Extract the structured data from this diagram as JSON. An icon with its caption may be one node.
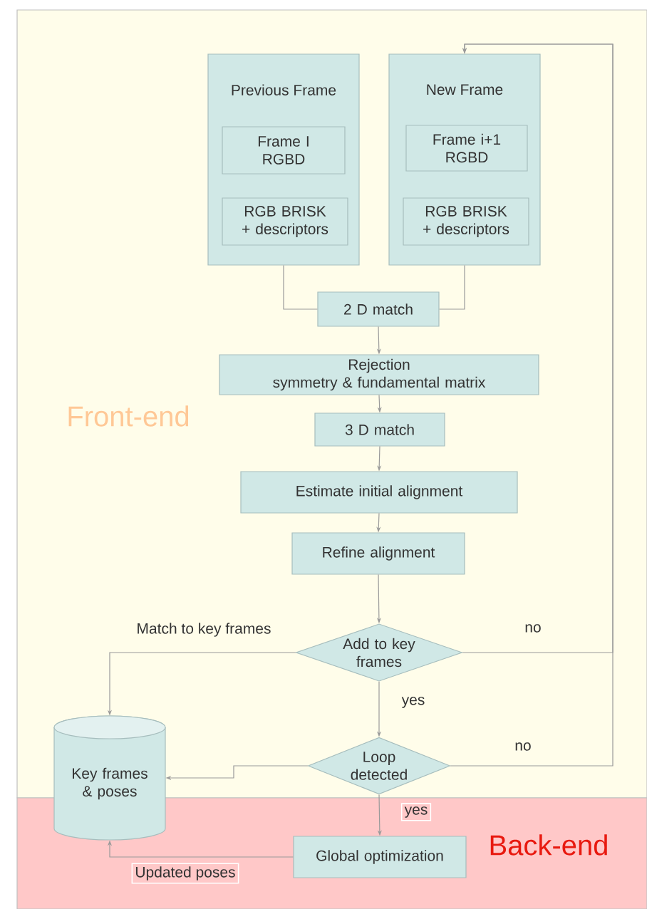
{
  "diagram": {
    "nodes": [
      {
        "text": [
          "Previous Frame"
        ]
      },
      {
        "text": [
          "Frame I RGBD"
        ],
        "in": 0
      },
      {
        "text": [
          "RGB BRISK + descriptors"
        ],
        "in": 0
      },
      {
        "text": [
          "New Frame"
        ]
      },
      {
        "text": [
          "Frame i+1 RGBD"
        ],
        "in": 3
      },
      {
        "text": [
          "RGB BRISK + descriptors"
        ],
        "in": 3
      },
      {
        "text": [
          "2 D match"
        ]
      },
      {
        "text": [
          "Rejection",
          "symmetry & fundamental matrix"
        ]
      },
      {
        "text": [
          "3 D match"
        ]
      },
      {
        "text": [
          "Estimate initial alignment"
        ]
      },
      {
        "text": [
          "Refine alignment"
        ]
      },
      {
        "text": [
          "Add to key frames"
        ]
      },
      {
        "text": [
          "Loop detected"
        ]
      },
      {
        "text": [
          "Key frames & poses"
        ]
      },
      {
        "text": [
          "Global optimization"
        ]
      }
    ],
    "edges": [
      {
        "from": 0,
        "to": 6,
        "arrow": "none"
      },
      {
        "from": 3,
        "to": 6,
        "arrow": "none"
      },
      {
        "from": 6,
        "to": 7,
        "arrow": "to"
      },
      {
        "from": 7,
        "to": 8,
        "arrow": "to"
      },
      {
        "from": 8,
        "to": 9,
        "arrow": "to"
      },
      {
        "from": 9,
        "to": 10,
        "arrow": "to"
      },
      {
        "from": 10,
        "to": 11,
        "arrow": "to"
      },
      {
        "from": 11,
        "to": 13,
        "arrow": "to",
        "label": "Match to key frames"
      },
      {
        "from": 11,
        "to": 3,
        "arrow": "to",
        "label": "no"
      },
      {
        "from": 11,
        "to": 12,
        "arrow": "to",
        "label": "yes"
      },
      {
        "from": 12,
        "to": 3,
        "arrow": "to",
        "label": "no"
      },
      {
        "from": 12,
        "to": 13,
        "arrow": "to"
      },
      {
        "from": 12,
        "to": 14,
        "arrow": "to",
        "label": "yes"
      },
      {
        "from": 14,
        "to": 13,
        "arrow": "to",
        "label": "Updated poses"
      }
    ],
    "labels": [
      "Front-end",
      "Back-end"
    ]
  }
}
